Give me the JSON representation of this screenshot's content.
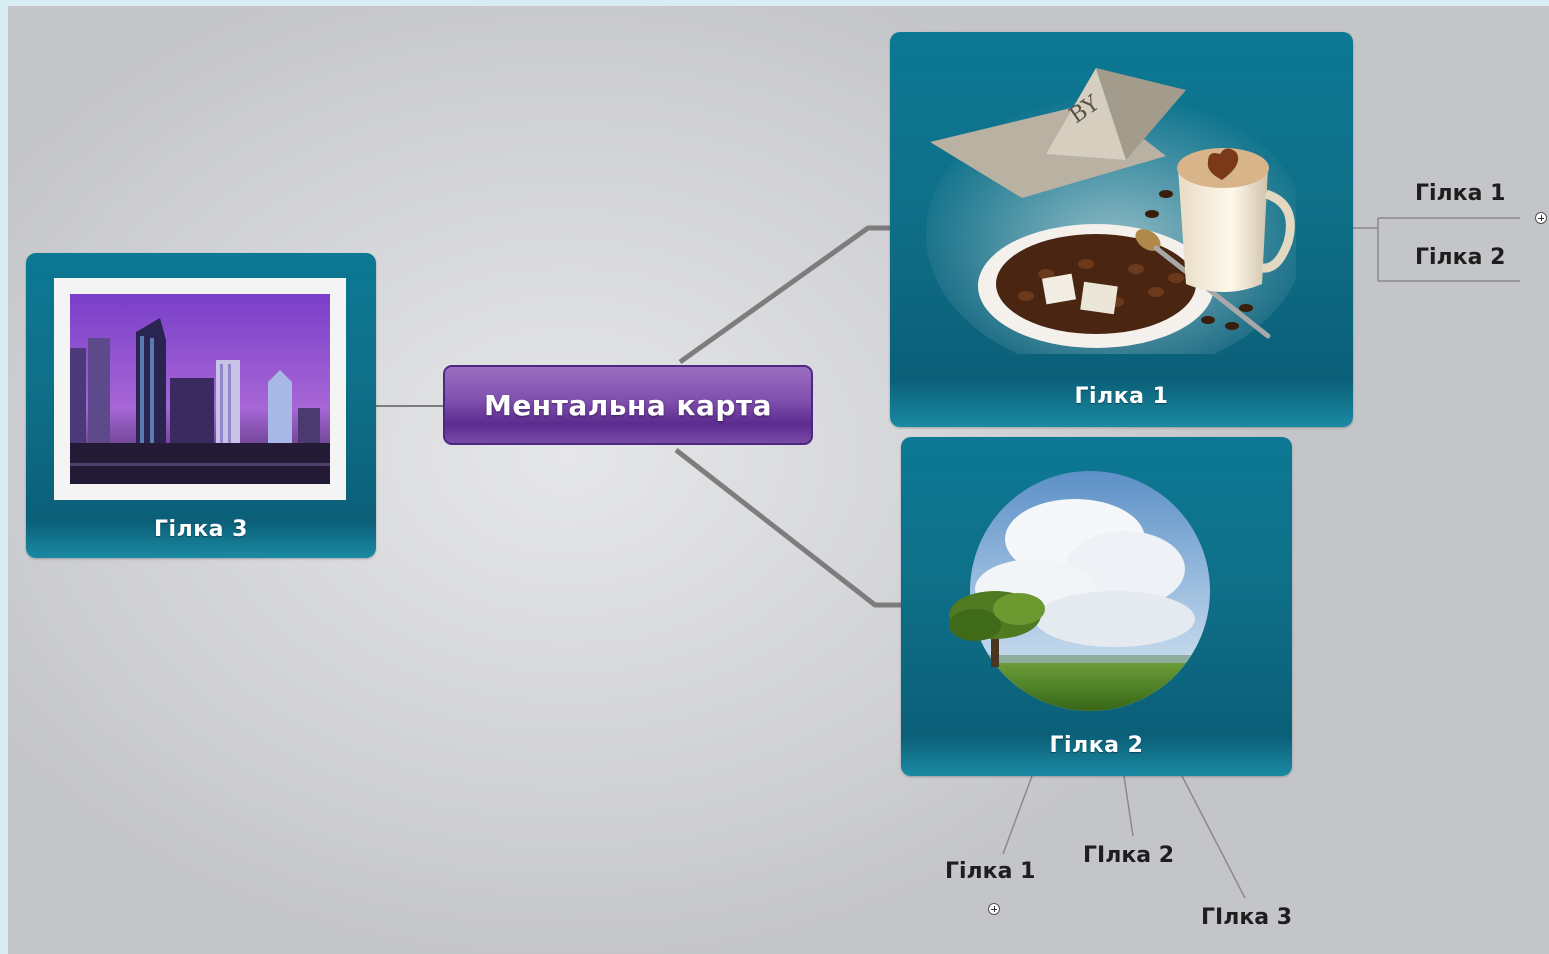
{
  "mind_map": {
    "central_topic": "Ментальна карта",
    "branches": [
      {
        "label": "Гілка 1",
        "image": "coffee-cup-beans-paper-boat",
        "subtopics": [
          "Гілка 1",
          "Гілка 2"
        ]
      },
      {
        "label": "Гілка 2",
        "image": "tree-field-clouds-circle",
        "subtopics": [
          "Гілка 1",
          "ГІлка 2",
          "ГІлка 3"
        ]
      },
      {
        "label": "Гілка 3",
        "image": "city-skyline-stamp"
      }
    ]
  },
  "colors": {
    "central_node": "#7f4fae",
    "branch_card": "#0f6f88",
    "connector": "#7d7d7d",
    "background": "#dcdddf"
  },
  "icons": {
    "expand": "plus-circle-icon"
  }
}
